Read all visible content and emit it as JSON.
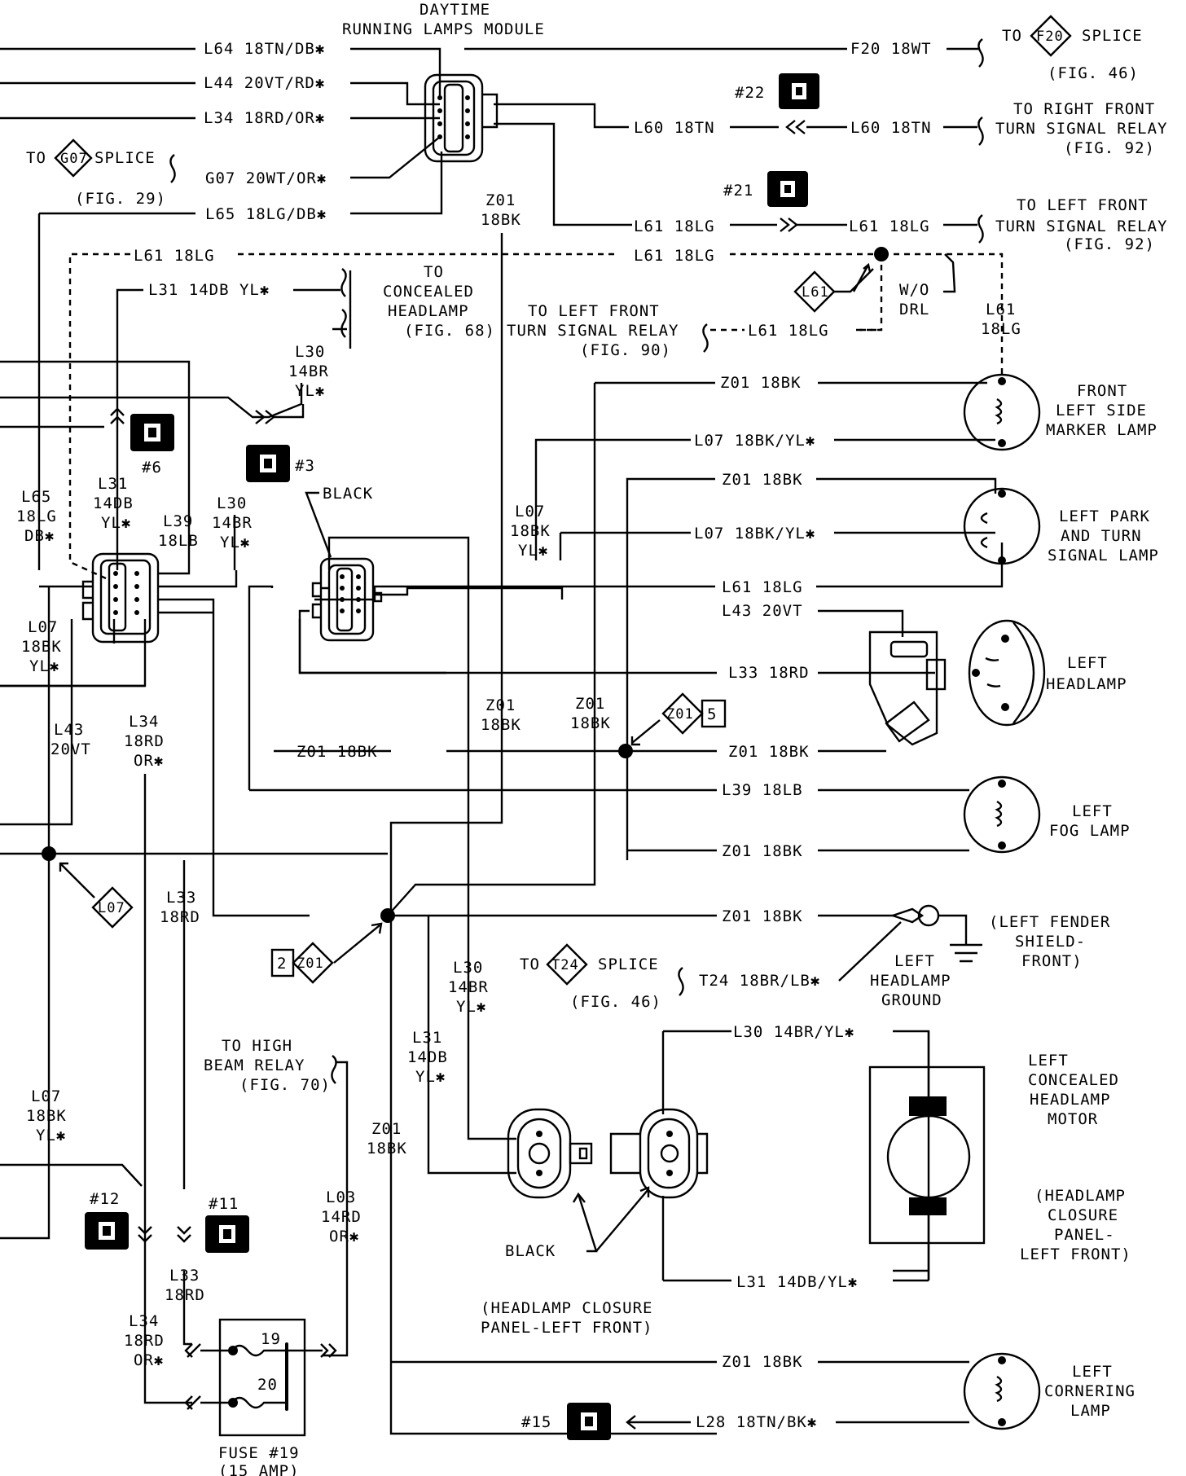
{
  "module": {
    "title_line1": "DAYTIME",
    "title_line2": "RUNNING LAMPS MODULE"
  },
  "wires_module_left": [
    {
      "label": "L64 18TN/DB✱"
    },
    {
      "label": "L44 20VT/RD✱"
    },
    {
      "label": "L34 18RD/OR✱"
    },
    {
      "label": "G07 20WT/OR✱"
    },
    {
      "label": "L65 18LG/DB✱"
    }
  ],
  "g07_splice": {
    "to": "TO",
    "code": "G07",
    "word": "SPLICE",
    "fig": "(FIG. 29)"
  },
  "f20": {
    "wire": "F20 18WT",
    "to": "TO",
    "code": "F20",
    "word": "SPLICE",
    "fig": "(FIG. 46)"
  },
  "l60": {
    "wire_left": "L60 18TN",
    "wire_right": "L60 18TN",
    "dest_line1": "TO RIGHT FRONT",
    "dest_line2": "TURN SIGNAL RELAY",
    "fig": "(FIG. 92)"
  },
  "l61": {
    "wire_left": "L61 18LG",
    "wire_right": "L61 18LG",
    "dest_line1": "TO LEFT FRONT",
    "dest_line2": "TURN SIGNAL RELAY",
    "fig": "(FIG. 92)"
  },
  "connectors": {
    "c22": "#22",
    "c21": "#21",
    "c6": "#6",
    "c3": "#3",
    "c12": "#12",
    "c11": "#11",
    "c15": "#15"
  },
  "z01_18bk": {
    "line1": "Z01",
    "line2": "18BK"
  },
  "dashed_l61": {
    "left": "L61 18LG",
    "right": "L61 18LG",
    "badge": "L61",
    "wodrl_1": "W/O",
    "wodrl_2": "DRL",
    "vert_1": "L61",
    "vert_2": "18LG"
  },
  "l31_top": {
    "wire": "L31 14DB YL✱"
  },
  "concealed_hl": {
    "line1": "TO",
    "line2": "CONCEALED",
    "line3": "HEADLAMP",
    "line4": "(FIG. 68)"
  },
  "lf_turn_relay": {
    "line1": "TO LEFT FRONT",
    "line2": "TURN SIGNAL RELAY",
    "fig": "(FIG. 90)",
    "wire": "L61 18LG"
  },
  "l30_top": {
    "l1": "L30",
    "l2": "14BR",
    "l3": "YL✱"
  },
  "conn_left_labels": {
    "l65_1": "L65",
    "l65_2": "18LG",
    "l65_3": "DB✱",
    "l31_1": "L31",
    "l31_2": "14DB",
    "l31_3": "YL✱",
    "l39_1": "L39",
    "l39_2": "18LB",
    "l30_1": "L30",
    "l30_2": "14BR",
    "l30_3": "YL✱",
    "l07_1": "L07",
    "l07_2": "18BK",
    "l07_3": "YL✱"
  },
  "black_label": "BLACK",
  "l07_mid": {
    "l1": "L07",
    "l2": "18BK",
    "l3": "YL✱"
  },
  "right_wires": {
    "z01_a": "Z01 18BK",
    "l07_a": "L07 18BK/YL✱",
    "z01_b": "Z01 18BK",
    "l07_b": "L07 18BK/YL✱",
    "l61": "L61 18LG",
    "l43": "L43 20VT",
    "l33": "L33 18RD",
    "z01_c": "Z01 18BK",
    "l39": "L39 18LB",
    "z01_d": "Z01 18BK",
    "z01_e": "Z01 18BK",
    "z01_left": "Z01 18BK"
  },
  "lamps": {
    "fsm_1": "FRONT",
    "fsm_2": "LEFT SIDE",
    "fsm_3": "MARKER LAMP",
    "lpt_1": "LEFT PARK",
    "lpt_2": "AND TURN",
    "lpt_3": "SIGNAL LAMP",
    "lh_1": "LEFT",
    "lh_2": "HEADLAMP",
    "fog_1": "LEFT",
    "fog_2": "FOG LAMP",
    "cor_1": "LEFT",
    "cor_2": "CORNERING",
    "cor_3": "LAMP"
  },
  "z01_splice5": {
    "code": "Z01",
    "num": "5"
  },
  "z01_splice2": {
    "code": "Z01",
    "num": "2"
  },
  "l43_side": {
    "l1": "L43",
    "l2": "20VT"
  },
  "l34_side": {
    "l1": "L34",
    "l2": "18RD",
    "l3": "OR✱"
  },
  "l07_badge": "L07",
  "l33_side": {
    "l1": "L33",
    "l2": "18RD"
  },
  "zmid": {
    "a1": "Z01",
    "a2": "18BK",
    "b1": "Z01",
    "b2": "18BK"
  },
  "ground": {
    "wire": "Z01 18BK",
    "l1": "LEFT",
    "l2": "HEADLAMP",
    "l3": "GROUND",
    "loc1": "(LEFT FENDER",
    "loc2": "SHIELD-",
    "loc3": "FRONT)"
  },
  "t24": {
    "to": "TO",
    "code": "T24",
    "word": "SPLICE",
    "fig": "(FIG. 46)",
    "wire": "T24 18BR/LB✱"
  },
  "l30_low": {
    "l1": "L30",
    "l2": "14BR",
    "l3": "YL✱"
  },
  "l31_low": {
    "l1": "L31",
    "l2": "14DB",
    "l3": "YL✱"
  },
  "motor": {
    "l30": "L30 14BR/YL✱",
    "l31": "L31 14DB/YL✱",
    "t1": "LEFT",
    "t2": "CONCEALED",
    "t3": "HEADLAMP",
    "t4": "MOTOR",
    "p1": "(HEADLAMP",
    "p2": "CLOSURE",
    "p3": "PANEL-",
    "p4": "LEFT FRONT)"
  },
  "hb_relay": {
    "l1": "TO HIGH",
    "l2": "BEAM RELAY",
    "fig": "(FIG. 70)"
  },
  "l07_low": {
    "l1": "L07",
    "l2": "18BK",
    "l3": "YL✱"
  },
  "z01_low": {
    "l1": "Z01",
    "l2": "18BK"
  },
  "l03": {
    "l1": "L03",
    "l2": "14RD",
    "l3": "OR✱"
  },
  "l33_low": {
    "l1": "L33",
    "l2": "18RD"
  },
  "l34_low": {
    "l1": "L34",
    "l2": "18RD",
    "l3": "OR✱"
  },
  "black2": "BLACK",
  "closure": {
    "l1": "(HEADLAMP CLOSURE",
    "l2": "PANEL-LEFT FRONT)"
  },
  "fuse": {
    "n19": "19",
    "n20": "20",
    "l1": "FUSE #19",
    "l2": "(15 AMP)"
  },
  "cornering_wire": "Z01 18BK",
  "l28": "L28 18TN/BK✱"
}
